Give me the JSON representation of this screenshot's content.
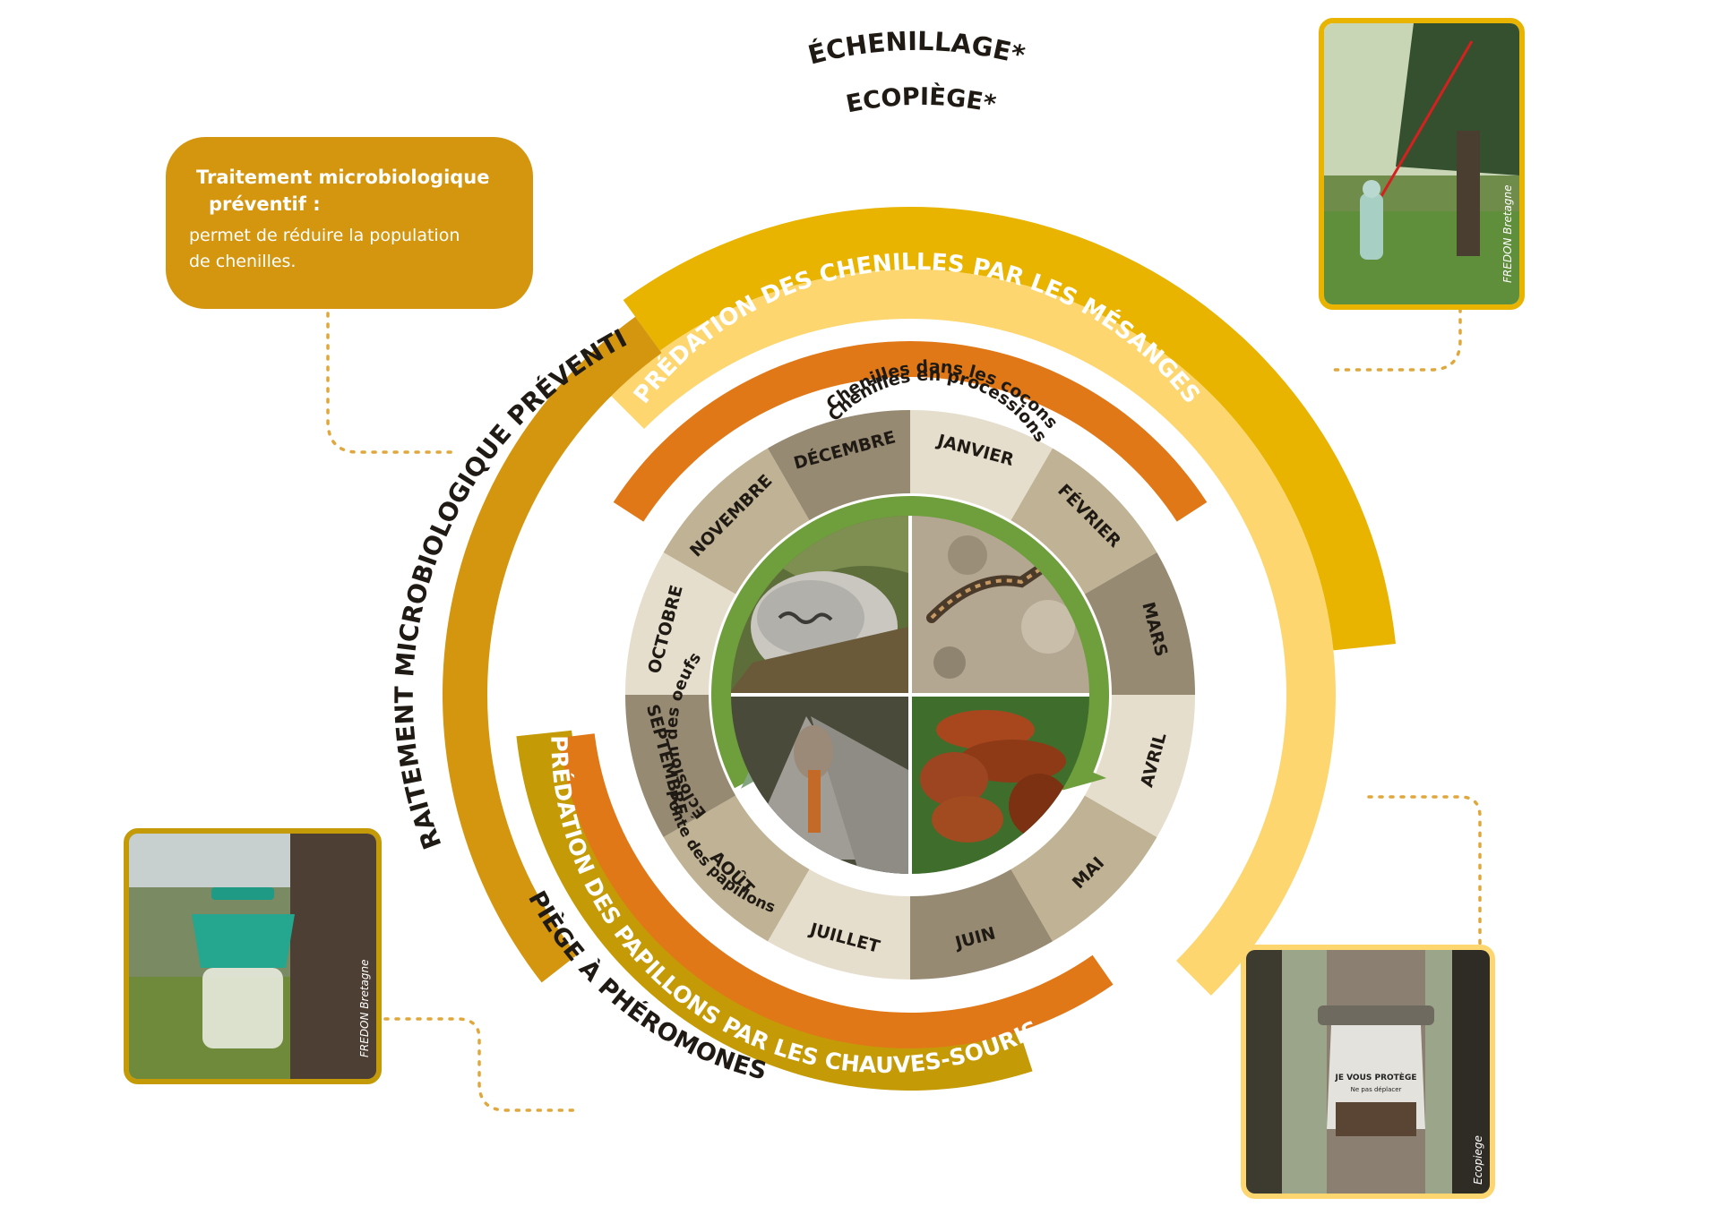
{
  "info_box": {
    "title_line1": "Traitement microbiologique",
    "title_line2": "préventif :",
    "text_line1": "permet de réduire la population",
    "text_line2": "de chenilles."
  },
  "arcs": {
    "echenillage": "ÉCHENILLAGE*",
    "ecopiege": "ECOPIÈGE*",
    "traitement": "TRAITEMENT MICROBIOLOGIQUE PRÉVENTIF",
    "piege": "PIÈGE À PHÉROMONES",
    "predation_mesanges": "PRÉDATION DES CHENILLES PAR LES MÉSANGES",
    "predation_chauves_souris": "PRÉDATION DES PAPILLONS PAR LES CHAUVES-SOURIS"
  },
  "months": [
    "JANVIER",
    "FÉVRIER",
    "MARS",
    "AVRIL",
    "MAI",
    "JUIN",
    "JUILLET",
    "AOÛT",
    "SEPTEMBRE",
    "OCTOBRE",
    "NOVEMBRE",
    "DÉCEMBRE"
  ],
  "cycle": {
    "cocons": "Chenilles dans les cocons",
    "processions": "Chenilles en processions",
    "eclosion": "Éclosion des oeufs",
    "ponte": "Ponte des papillons"
  },
  "photos": {
    "top_right_credit": "FREDON Bretagne",
    "bottom_left_credit": "FREDON Bretagne",
    "bottom_right_credit": "Ecopiege",
    "bottom_right_label_line1": "JE VOUS PROTÈGE",
    "bottom_right_label_line2": "Ne pas déplacer"
  },
  "colors": {
    "echenillage": "#E8B400",
    "ecopiege": "#FDD66F",
    "traitement": "#D4950F",
    "piege": "#C49A07",
    "predation": "#E07818",
    "green_dark": "#6F9E3C",
    "green_light": "#9DC25C",
    "green_grey": "#83A47E",
    "month_dark": "#978A73",
    "month_mid": "#C0B294",
    "month_light": "#E6DECD",
    "dotted": "#E0A83C"
  }
}
